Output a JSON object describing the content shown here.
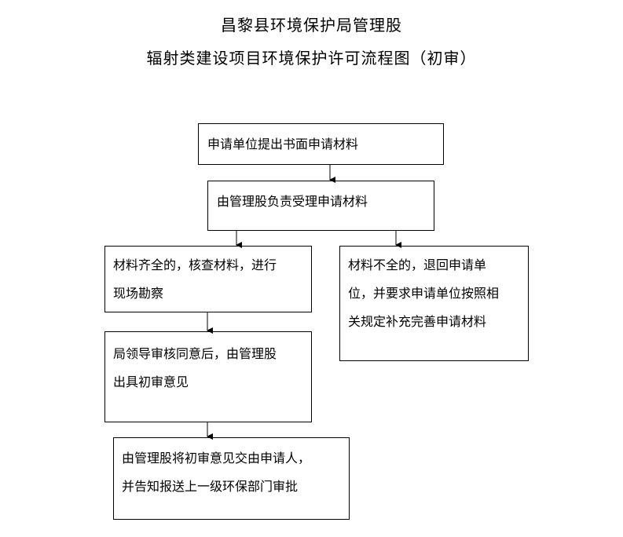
{
  "title": {
    "line1": "昌黎县环境保护局管理股",
    "line2": "辐射类建设项目环境保护许可流程图（初审）"
  },
  "flowchart": {
    "step_submit": "申请单位提出书面申请材料",
    "step_accept": "由管理股负责受理申请材料",
    "step_complete": "材料齐全的，核查材料，进行\n现场勘察",
    "step_incomplete": "材料不全的，退回申请单\n位，并要求申请单位按照相\n关规定补充完善申请材料",
    "step_review": "局领导审核同意后，由管理股\n出具初审意见",
    "step_deliver": "由管理股将初审意见交由申请人，\n并告知报送上一级环保部门审批"
  }
}
